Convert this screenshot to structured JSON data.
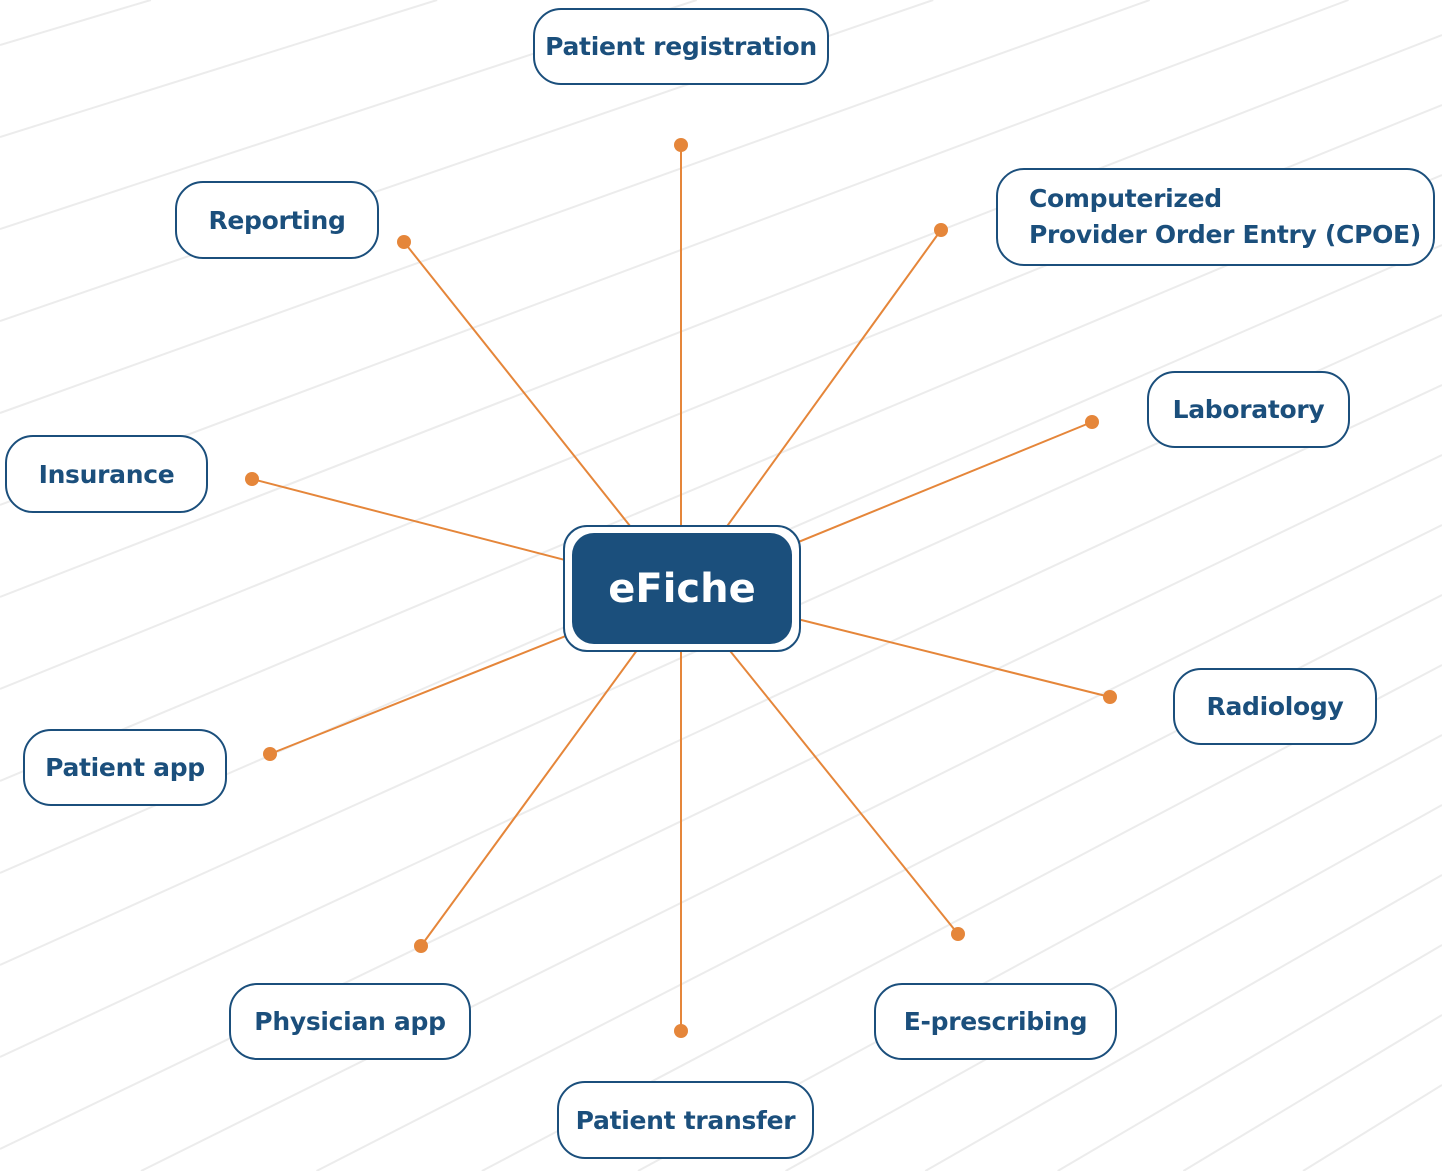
{
  "center": {
    "label": "eFiche"
  },
  "nodes": [
    {
      "id": "patient-registration",
      "label": "Patient registration"
    },
    {
      "id": "cpoe",
      "label_line1": "Computerized",
      "label_line2": "Provider Order Entry (CPOE)"
    },
    {
      "id": "laboratory",
      "label": "Laboratory"
    },
    {
      "id": "radiology",
      "label": "Radiology"
    },
    {
      "id": "e-prescribing",
      "label": "E-prescribing"
    },
    {
      "id": "patient-transfer",
      "label": "Patient transfer"
    },
    {
      "id": "physician-app",
      "label": "Physician app"
    },
    {
      "id": "patient-app",
      "label": "Patient app"
    },
    {
      "id": "insurance",
      "label": "Insurance"
    },
    {
      "id": "reporting",
      "label": "Reporting"
    }
  ],
  "colors": {
    "primary": "#1b4f7c",
    "connector": "#e5863a",
    "background_lines": "#ececec"
  }
}
